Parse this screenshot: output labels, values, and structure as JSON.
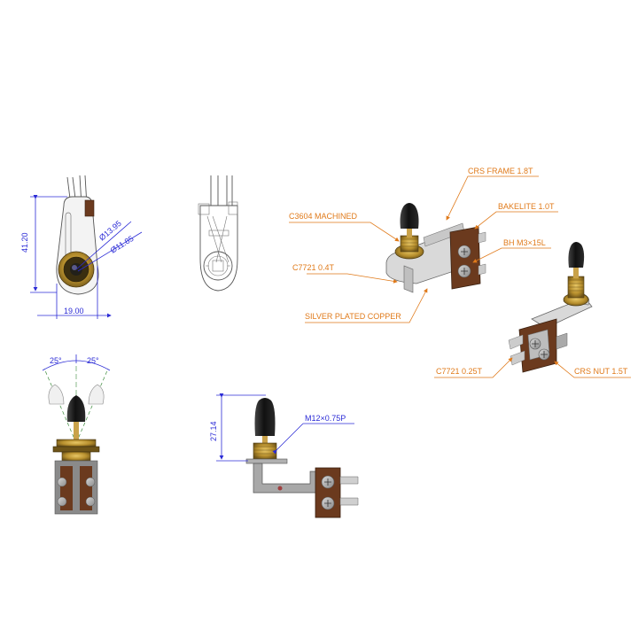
{
  "dimensions": {
    "height_side": "41.20",
    "outer_dia": "Ø13.95",
    "inner_dia": "Ø11.85",
    "width_bottom": "19.00",
    "angle_left": "25°",
    "angle_right": "25°",
    "lever_height": "27.14",
    "thread": "M12×0.75P"
  },
  "callouts": {
    "crs_frame": "CRS FRAME 1.8T",
    "c3604": "C3604 MACHINED",
    "bakelite": "BAKELITE 1.0T",
    "bh_screw": "BH M3×15L",
    "c7721_top": "C7721 0.4T",
    "silver_copper": "SILVER PLATED COPPER",
    "c7721_bottom": "C7721 0.25T",
    "crs_nut": "CRS NUT 1.5T"
  },
  "colors": {
    "dimension": "#2b2bd6",
    "callout": "#e07a1a",
    "brass": "#b8902e",
    "bakelite": "#6b3a1e",
    "steel": "#9a9a9a",
    "tip": "#1a1a1a"
  }
}
